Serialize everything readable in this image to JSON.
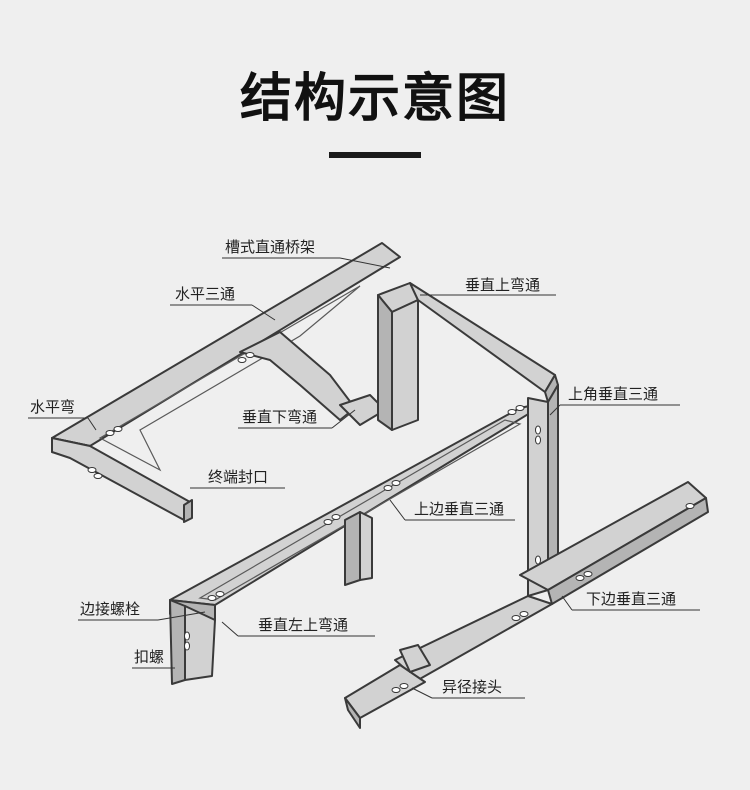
{
  "title": "结构示意图",
  "labels": {
    "trough_tray": "槽式直通桥架",
    "horizontal_tee": "水平三通",
    "vertical_up_bend": "垂直上弯通",
    "upper_corner_vertical_tee": "上角垂直三通",
    "horizontal_bend": "水平弯",
    "vertical_down_bend": "垂直下弯通",
    "end_cap": "终端封口",
    "upper_side_vertical_tee": "上边垂直三通",
    "lower_side_vertical_tee": "下边垂直三通",
    "side_connector_bolt": "边接螺栓",
    "vertical_left_up_bend": "垂直左上弯通",
    "nut": "扣螺",
    "reducer": "异径接头"
  }
}
